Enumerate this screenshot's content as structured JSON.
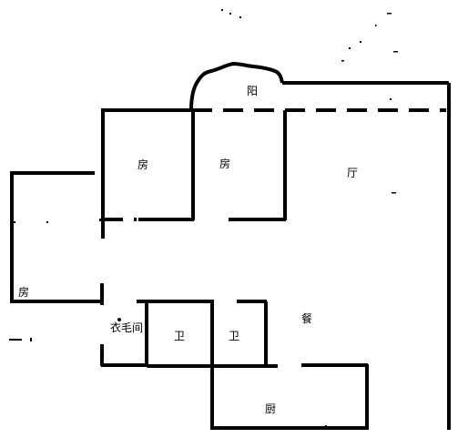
{
  "rooms": {
    "balcony": "阳",
    "bedroom_1": "房",
    "bedroom_2": "房",
    "living_room": "厅",
    "bedroom_left": "房",
    "cloakroom": "衣毛间",
    "bathroom_1": "卫",
    "bathroom_2": "卫",
    "dining": "餐",
    "kitchen": "厨"
  }
}
